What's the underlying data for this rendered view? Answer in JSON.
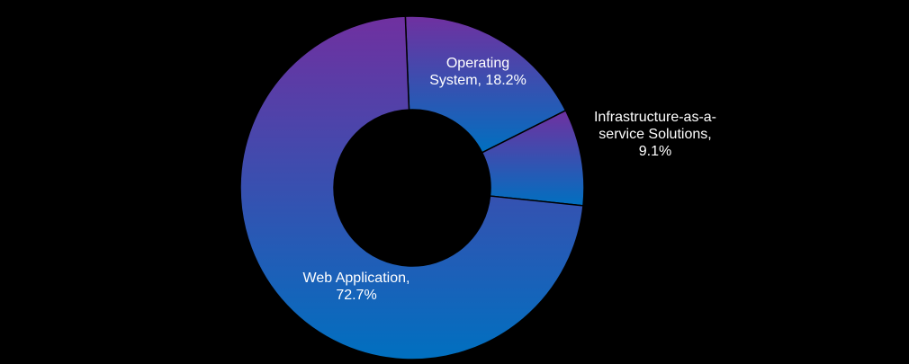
{
  "chart_data": {
    "type": "donut",
    "title": "",
    "slices": [
      {
        "name": "Operating System",
        "value": 18.2,
        "label_lines": [
          "Operating",
          "System, 18.2%"
        ]
      },
      {
        "name": "Infrastructure-as-a-service Solutions",
        "value": 9.1,
        "label_lines": [
          "Infrastructure-as-a-",
          "service Solutions,",
          "9.1%"
        ]
      },
      {
        "name": "Web Application",
        "value": 72.7,
        "label_lines": [
          "Web Application,",
          "72.7%"
        ]
      }
    ],
    "colors": {
      "background": "#000000",
      "slice_gradient_top": "#7030A0",
      "slice_gradient_bottom": "#0070C0",
      "border": "#000000",
      "label_text": "#FFFFFF"
    },
    "legend": "none"
  }
}
